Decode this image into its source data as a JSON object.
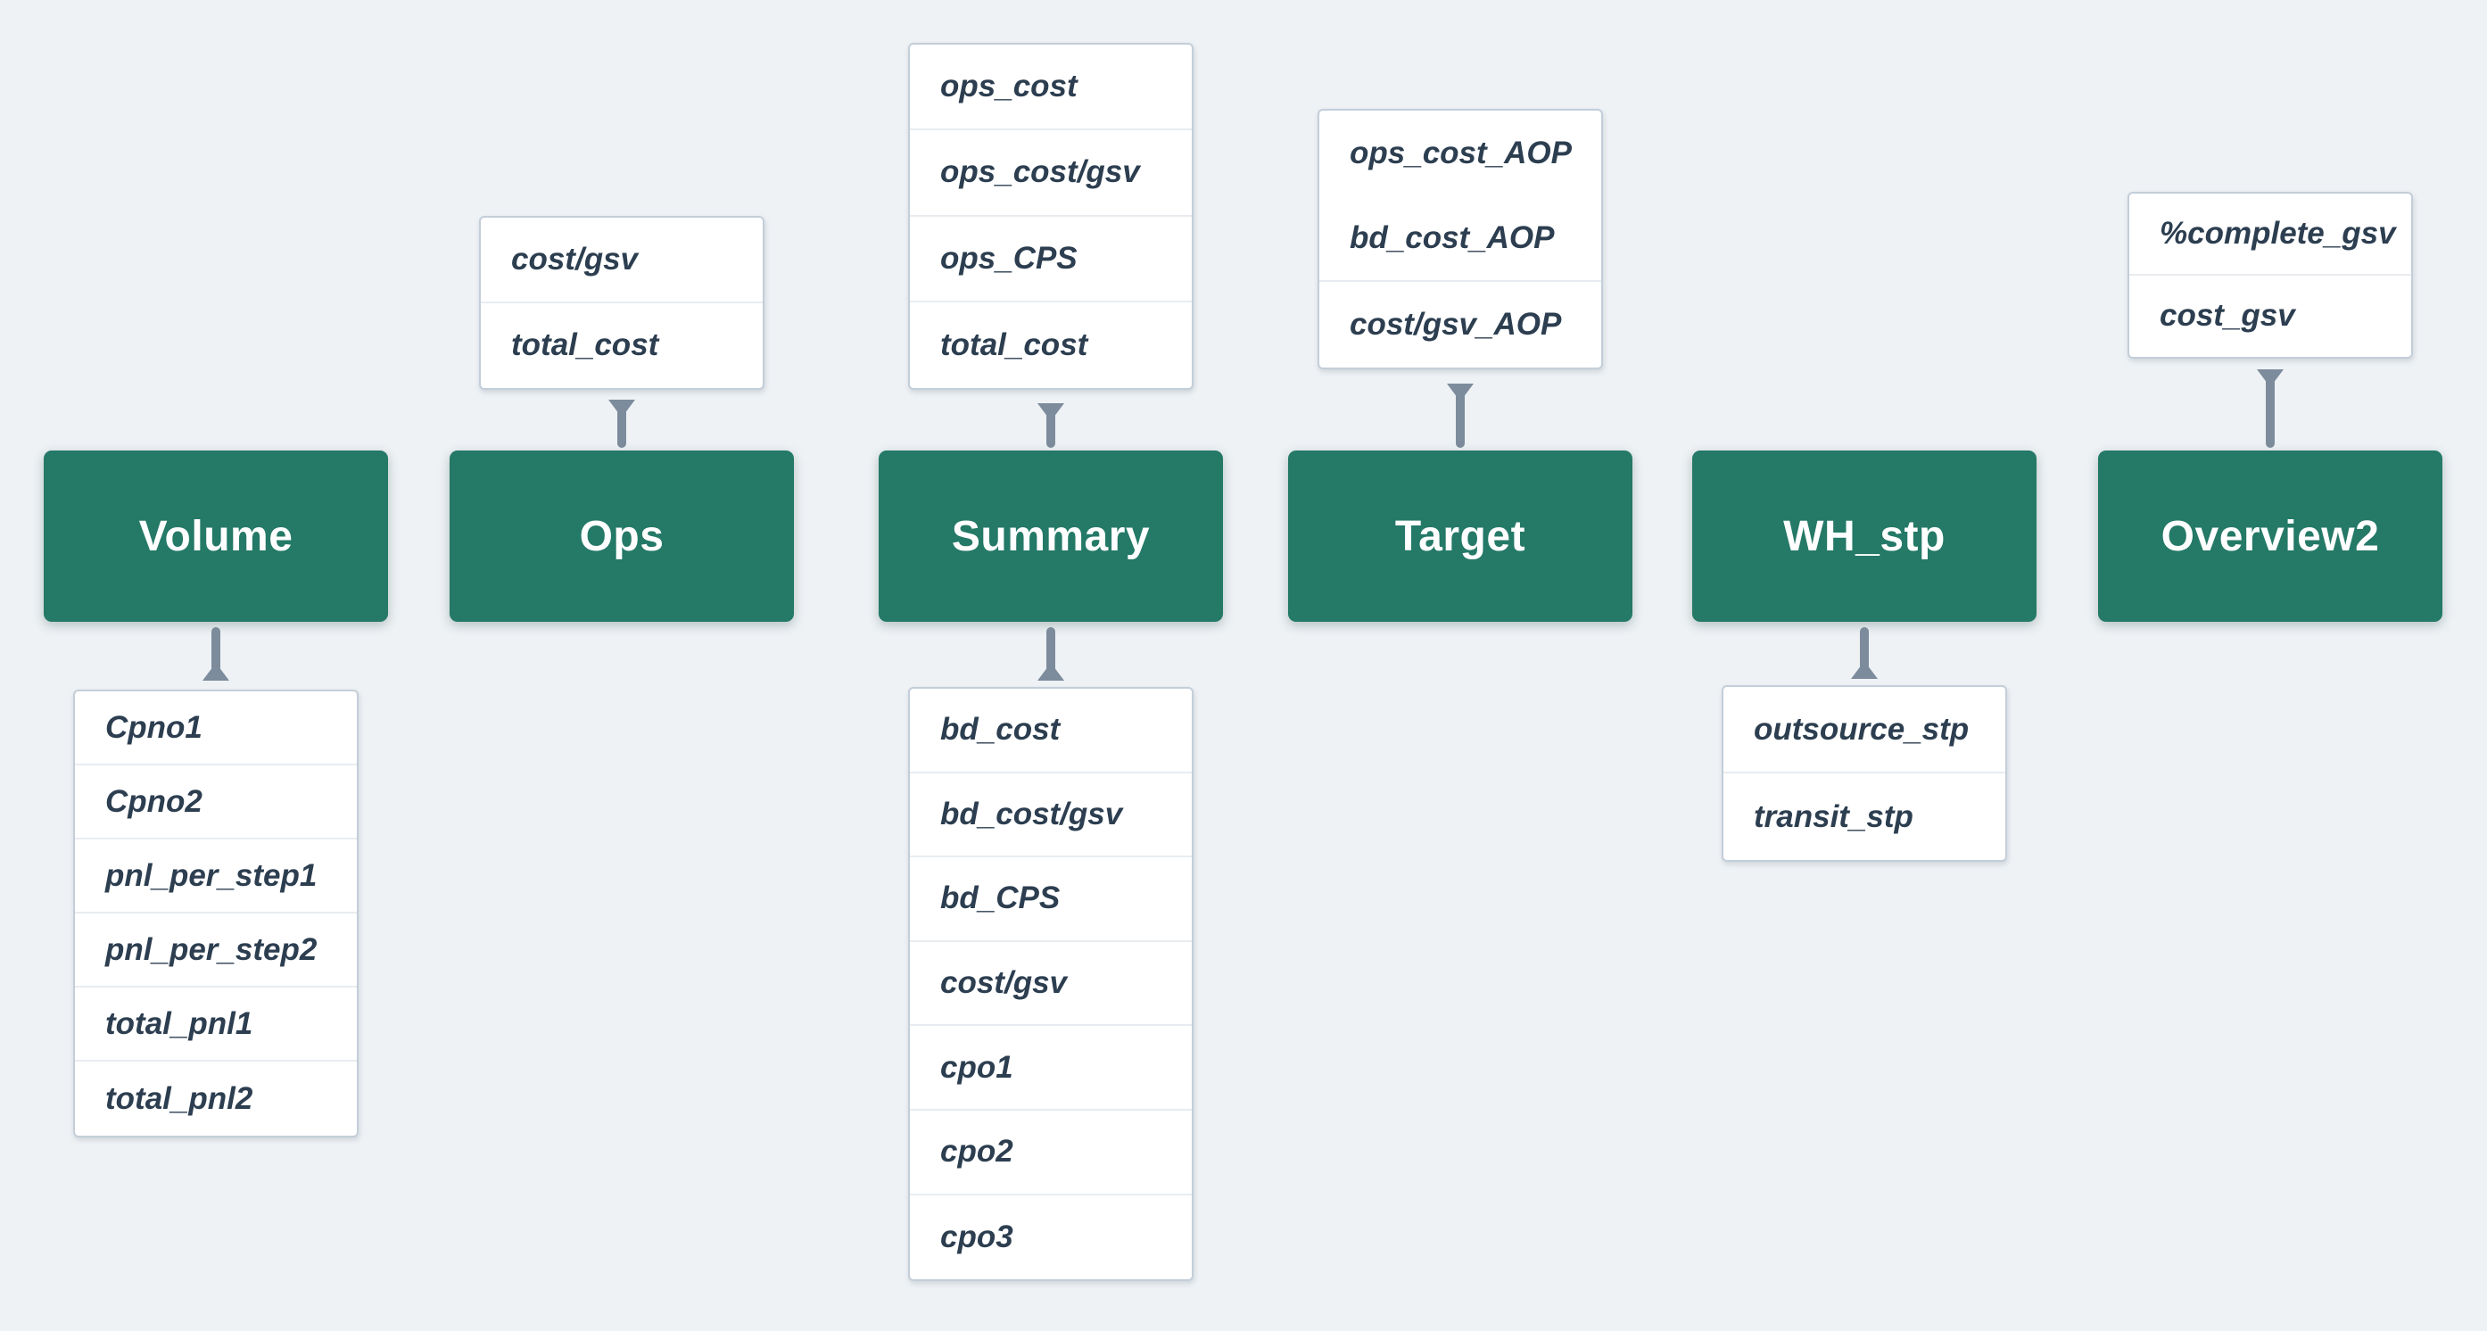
{
  "theme": {
    "background": "#eef2f5",
    "node_green": "#247967",
    "node_text": "#ffffff",
    "field_text": "#2c3e50",
    "connector_gray": "#7d8c9c",
    "list_border": "#c3ced9",
    "divider": "#e8ecf0",
    "list_background": "#ffffff"
  },
  "diagram": {
    "nodes": [
      {
        "title": "Volume",
        "fields_above": [],
        "fields_below": [
          "Cpno1",
          "Cpno2",
          "pnl_per_step1",
          "pnl_per_step2",
          "total_pnl1",
          "total_pnl2"
        ]
      },
      {
        "title": "Ops",
        "fields_above": [
          "cost/gsv",
          "total_cost"
        ],
        "fields_below": []
      },
      {
        "title": "Summary",
        "fields_above": [
          "ops_cost",
          "ops_cost/gsv",
          "ops_CPS",
          "total_cost"
        ],
        "fields_below": [
          "bd_cost",
          "bd_cost/gsv",
          "bd_CPS",
          "cost/gsv",
          "cpo1",
          "cpo2",
          "cpo3"
        ]
      },
      {
        "title": "Target",
        "fields_above": [
          "ops_cost_AOP",
          "bd_cost_AOP",
          "cost/gsv_AOP"
        ],
        "fields_below": []
      },
      {
        "title": "WH_stp",
        "fields_above": [],
        "fields_below": [
          "outsource_stp",
          "transit_stp"
        ]
      },
      {
        "title": "Overview2",
        "fields_above": [
          "%complete_gsv",
          "cost_gsv"
        ],
        "fields_below": []
      }
    ]
  }
}
